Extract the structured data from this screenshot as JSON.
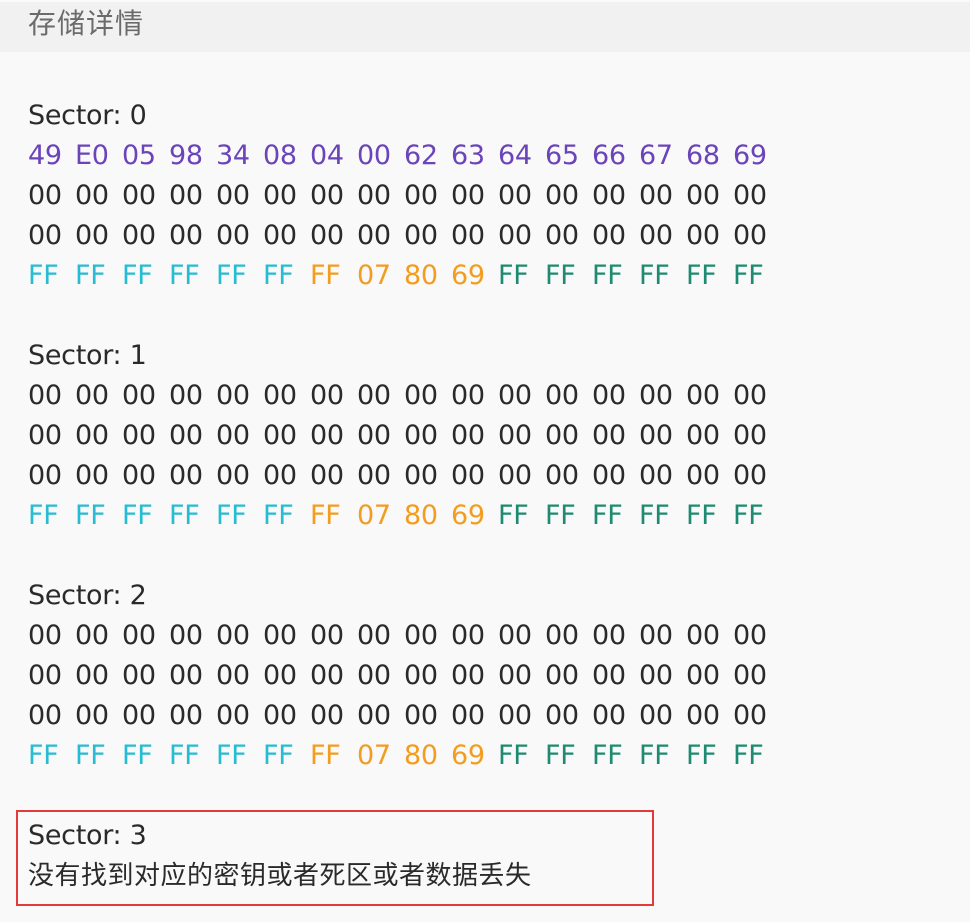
{
  "header": {
    "title": "存储详情"
  },
  "colors": {
    "manufacturer_block": "#6a44b8",
    "data": "#2a2a2a",
    "key_a": "#27bcd2",
    "access_bits": "#f39c1f",
    "key_b": "#1e8a72",
    "highlight_border": "#e53a3a"
  },
  "sectors": [
    {
      "title": "Sector: 0",
      "rows": [
        {
          "type": "manufacturer",
          "bytes": [
            "49",
            "E0",
            "05",
            "98",
            "34",
            "08",
            "04",
            "00",
            "62",
            "63",
            "64",
            "65",
            "66",
            "67",
            "68",
            "69"
          ]
        },
        {
          "type": "data",
          "bytes": [
            "00",
            "00",
            "00",
            "00",
            "00",
            "00",
            "00",
            "00",
            "00",
            "00",
            "00",
            "00",
            "00",
            "00",
            "00",
            "00"
          ]
        },
        {
          "type": "data",
          "bytes": [
            "00",
            "00",
            "00",
            "00",
            "00",
            "00",
            "00",
            "00",
            "00",
            "00",
            "00",
            "00",
            "00",
            "00",
            "00",
            "00"
          ]
        },
        {
          "type": "trailer",
          "key_a": [
            "FF",
            "FF",
            "FF",
            "FF",
            "FF",
            "FF"
          ],
          "access_bits": [
            "FF",
            "07",
            "80",
            "69"
          ],
          "key_b": [
            "FF",
            "FF",
            "FF",
            "FF",
            "FF",
            "FF"
          ]
        }
      ]
    },
    {
      "title": "Sector: 1",
      "rows": [
        {
          "type": "data",
          "bytes": [
            "00",
            "00",
            "00",
            "00",
            "00",
            "00",
            "00",
            "00",
            "00",
            "00",
            "00",
            "00",
            "00",
            "00",
            "00",
            "00"
          ]
        },
        {
          "type": "data",
          "bytes": [
            "00",
            "00",
            "00",
            "00",
            "00",
            "00",
            "00",
            "00",
            "00",
            "00",
            "00",
            "00",
            "00",
            "00",
            "00",
            "00"
          ]
        },
        {
          "type": "data",
          "bytes": [
            "00",
            "00",
            "00",
            "00",
            "00",
            "00",
            "00",
            "00",
            "00",
            "00",
            "00",
            "00",
            "00",
            "00",
            "00",
            "00"
          ]
        },
        {
          "type": "trailer",
          "key_a": [
            "FF",
            "FF",
            "FF",
            "FF",
            "FF",
            "FF"
          ],
          "access_bits": [
            "FF",
            "07",
            "80",
            "69"
          ],
          "key_b": [
            "FF",
            "FF",
            "FF",
            "FF",
            "FF",
            "FF"
          ]
        }
      ]
    },
    {
      "title": "Sector: 2",
      "rows": [
        {
          "type": "data",
          "bytes": [
            "00",
            "00",
            "00",
            "00",
            "00",
            "00",
            "00",
            "00",
            "00",
            "00",
            "00",
            "00",
            "00",
            "00",
            "00",
            "00"
          ]
        },
        {
          "type": "data",
          "bytes": [
            "00",
            "00",
            "00",
            "00",
            "00",
            "00",
            "00",
            "00",
            "00",
            "00",
            "00",
            "00",
            "00",
            "00",
            "00",
            "00"
          ]
        },
        {
          "type": "data",
          "bytes": [
            "00",
            "00",
            "00",
            "00",
            "00",
            "00",
            "00",
            "00",
            "00",
            "00",
            "00",
            "00",
            "00",
            "00",
            "00",
            "00"
          ]
        },
        {
          "type": "trailer",
          "key_a": [
            "FF",
            "FF",
            "FF",
            "FF",
            "FF",
            "FF"
          ],
          "access_bits": [
            "FF",
            "07",
            "80",
            "69"
          ],
          "key_b": [
            "FF",
            "FF",
            "FF",
            "FF",
            "FF",
            "FF"
          ]
        }
      ]
    },
    {
      "title": "Sector: 3",
      "error": "没有找到对应的密钥或者死区或者数据丢失"
    }
  ]
}
